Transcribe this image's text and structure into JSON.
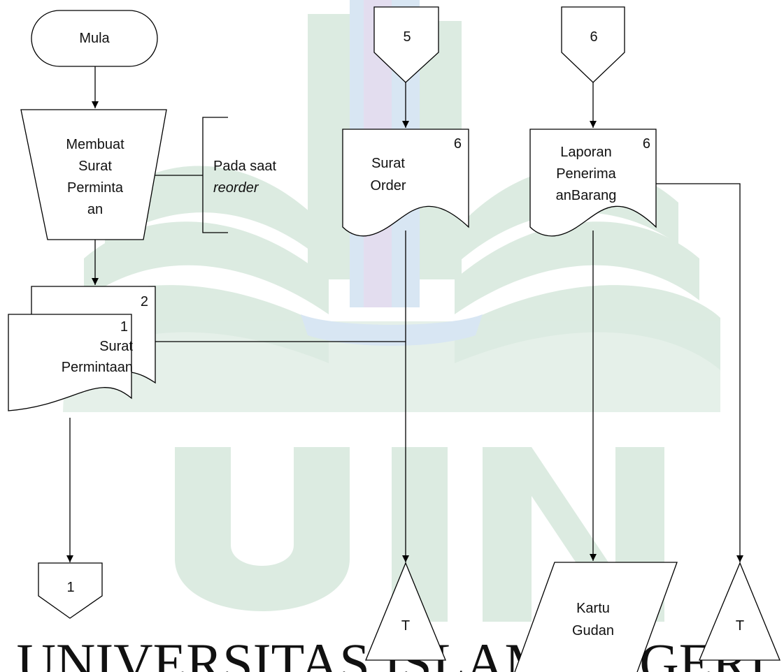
{
  "colors": {
    "watermark_green": "#dcebe1",
    "watermark_blue": "#d8e6f3",
    "watermark_lilac": "#e3ddef",
    "stroke": "#000000",
    "text": "#111111"
  },
  "watermark": {
    "text": "UNIVERSITAS ISLAM NEGERI",
    "logo_letters": "UIN"
  },
  "flowchart": {
    "start": "Mula",
    "manual_operation": [
      "Membuat",
      "Surat",
      "Perminta",
      "an"
    ],
    "annotation": {
      "line1": "Pada saat",
      "line2": "reorder"
    },
    "request_document": {
      "copy_front": "1",
      "copy_back": "2",
      "lines": [
        "Surat",
        "Permintaan"
      ]
    },
    "connector_left": "1",
    "connector_mid": "5",
    "connector_right": "6",
    "order_document": {
      "copy": "6",
      "lines": [
        "Surat",
        "Order"
      ]
    },
    "receipt_document": {
      "copy": "6",
      "lines": [
        "Laporan",
        "Penerima",
        "anBarang"
      ]
    },
    "file_mid": "T",
    "file_right": "T",
    "stock_card": [
      "Kartu",
      "Gudan"
    ]
  }
}
